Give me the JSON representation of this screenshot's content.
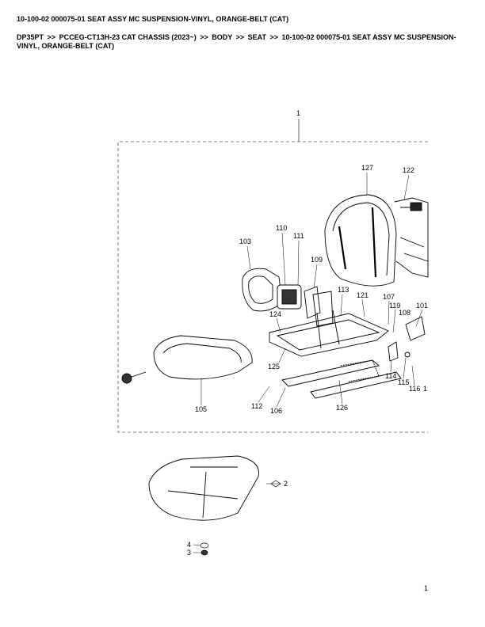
{
  "header": {
    "title": "10-100-02 000075-01 SEAT ASSY MC SUSPENSION-VINYL, ORANGE-BELT (CAT)",
    "breadcrumb": [
      "DP35PT",
      "PCCEG-CT13H-23 CAT CHASSIS (2023~)",
      "BODY",
      "SEAT",
      "10-100-02 000075-01 SEAT ASSY MC SUSPENSION-VINYL, ORANGE-BELT (CAT)"
    ],
    "separator": ">>"
  },
  "callouts": {
    "c1": "1",
    "c2": "2",
    "c3": "3",
    "c4": "4",
    "c101": "101",
    "c103": "103",
    "c105": "105",
    "c106": "106",
    "c107": "107",
    "c108": "108",
    "c109": "109",
    "c110": "110",
    "c111": "111",
    "c112": "112",
    "c113": "113",
    "c114": "114",
    "c115": "115",
    "c116": "116",
    "c116b": "1",
    "c119": "119",
    "c121": "121",
    "c122": "122",
    "c124": "124",
    "c125": "125",
    "c126": "126",
    "c127": "127"
  },
  "footer": {
    "page": "1"
  }
}
